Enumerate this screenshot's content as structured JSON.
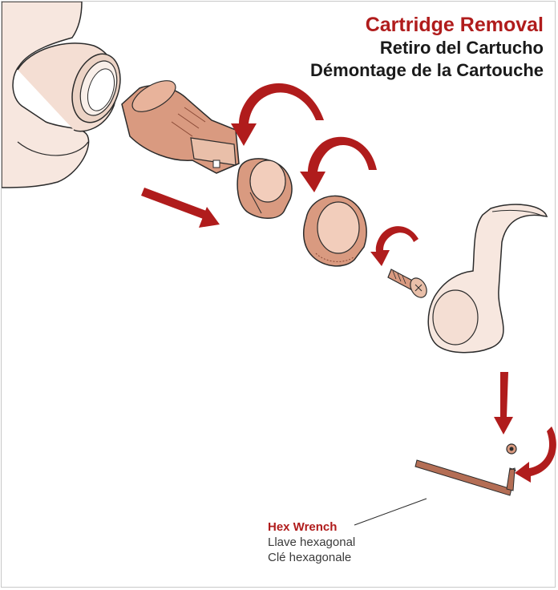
{
  "title": {
    "en": "Cartridge Removal",
    "es": "Retiro del Cartucho",
    "fr": "Démontage de la Cartouche"
  },
  "hex_wrench": {
    "en": "Hex Wrench",
    "es": "Llave hexagonal",
    "fr": "Clé hexagonale"
  },
  "colors": {
    "accent_red": "#b01c1c",
    "part_copper": "#d99a80",
    "part_copper_dark": "#b46e55",
    "body_cream": "#f7e7df",
    "outline": "#2b2b2b"
  },
  "parts": [
    "faucet-body",
    "cartridge",
    "retaining-nut",
    "bonnet-nut",
    "screw",
    "lever-handle",
    "set-screw",
    "hex-wrench"
  ]
}
